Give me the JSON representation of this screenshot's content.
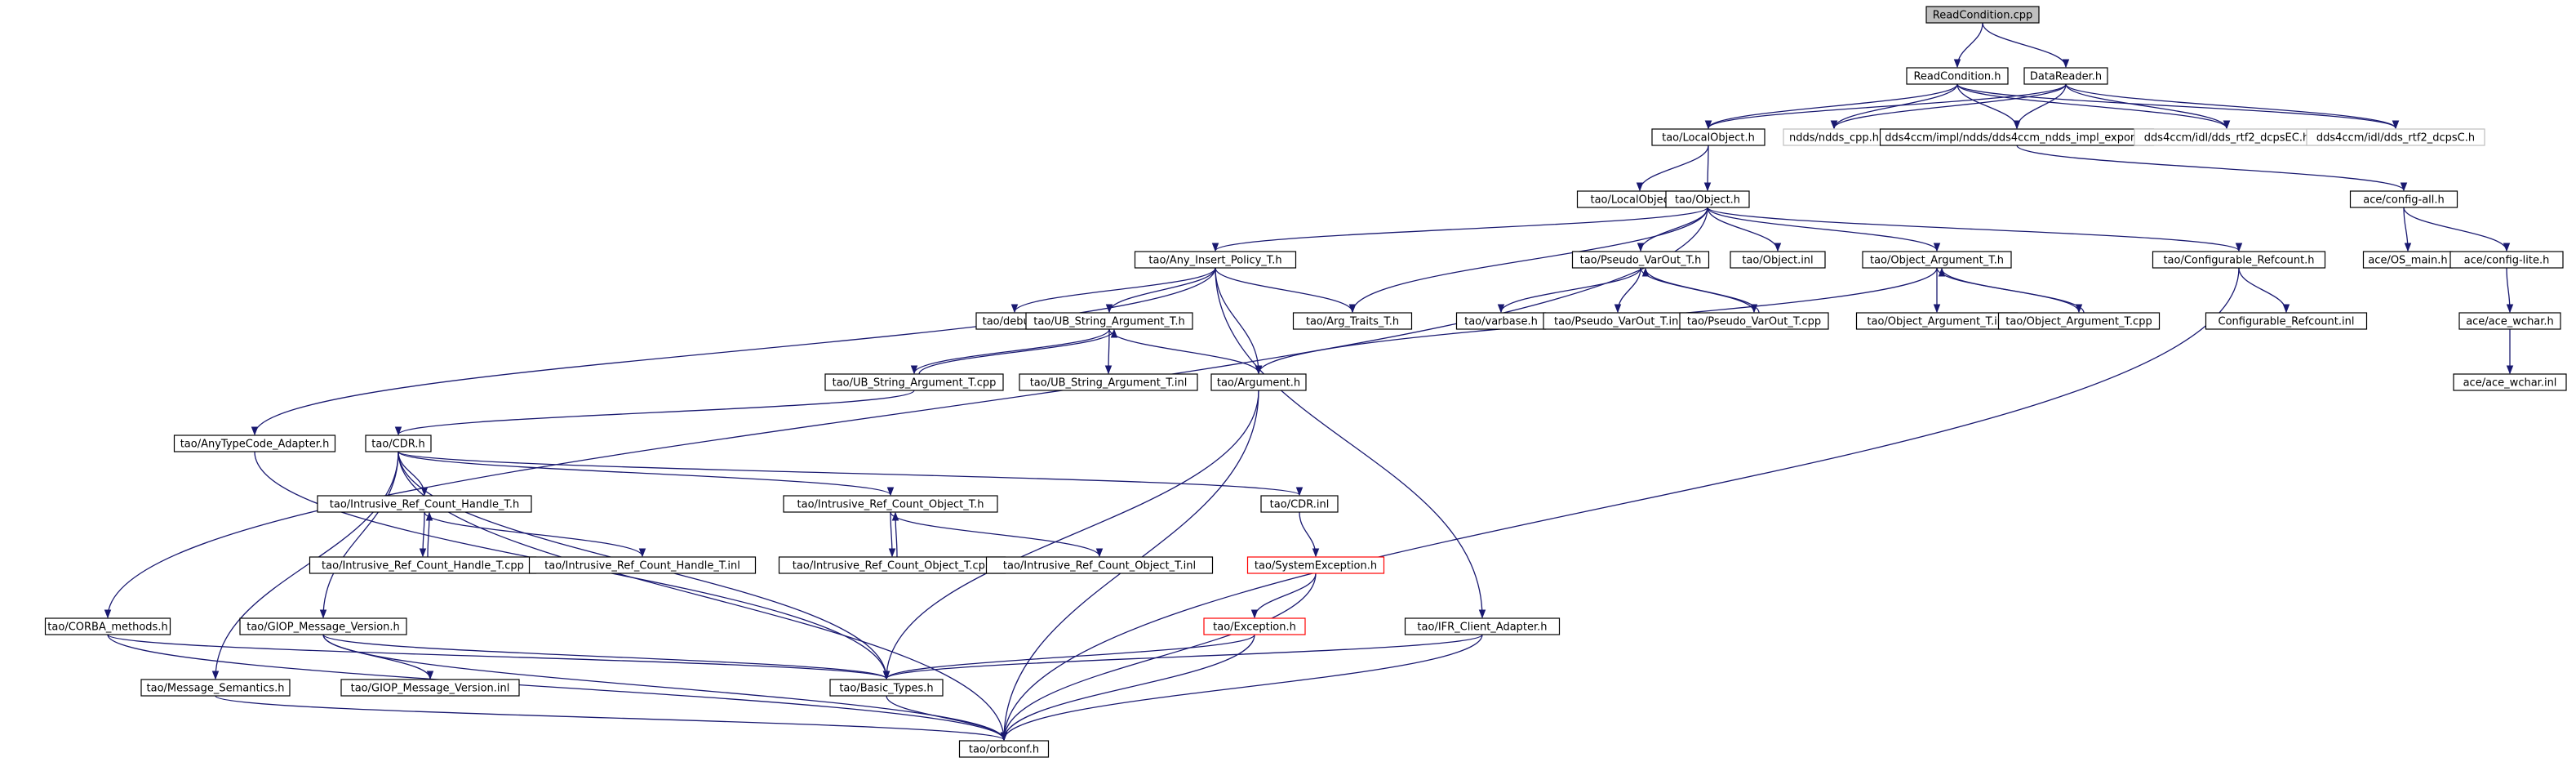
{
  "colors": {
    "edge": "#191970",
    "root_fill": "#bfbfbf",
    "missing_border": "#bfbfbf",
    "error_border": "#ff0000"
  },
  "nodes": [
    {
      "id": "readcondition_cpp",
      "label": "ReadCondition.cpp",
      "style": "root"
    },
    {
      "id": "readcondition_h",
      "label": "ReadCondition.h",
      "style": "normal"
    },
    {
      "id": "datareader_h",
      "label": "DataReader.h",
      "style": "normal"
    },
    {
      "id": "localobject_h",
      "label": "tao/LocalObject.h",
      "style": "normal"
    },
    {
      "id": "ndds_cpp_h",
      "label": "ndds/ndds_cpp.h",
      "style": "missing"
    },
    {
      "id": "dds4ccm_export_h",
      "label": "dds4ccm/impl/ndds/dds4ccm_ndds_impl_export.h",
      "style": "normal"
    },
    {
      "id": "rtf2_dcpsec_h",
      "label": "dds4ccm/idl/dds_rtf2_dcpsEC.h",
      "style": "missing"
    },
    {
      "id": "rtf2_dcpsc_h",
      "label": "dds4ccm/idl/dds_rtf2_dcpsC.h",
      "style": "missing"
    },
    {
      "id": "localobject_inl",
      "label": "tao/LocalObject.inl",
      "style": "normal"
    },
    {
      "id": "object_h",
      "label": "tao/Object.h",
      "style": "normal"
    },
    {
      "id": "config_all_h",
      "label": "ace/config-all.h",
      "style": "normal"
    },
    {
      "id": "any_insert_policy_h",
      "label": "tao/Any_Insert_Policy_T.h",
      "style": "normal"
    },
    {
      "id": "pseudo_varout_h",
      "label": "tao/Pseudo_VarOut_T.h",
      "style": "normal"
    },
    {
      "id": "object_inl",
      "label": "tao/Object.inl",
      "style": "normal"
    },
    {
      "id": "object_argument_h",
      "label": "tao/Object_Argument_T.h",
      "style": "normal"
    },
    {
      "id": "configurable_refcount_h",
      "label": "tao/Configurable_Refcount.h",
      "style": "normal"
    },
    {
      "id": "os_main_h",
      "label": "ace/OS_main.h",
      "style": "normal"
    },
    {
      "id": "config_lite_h",
      "label": "ace/config-lite.h",
      "style": "normal"
    },
    {
      "id": "debug_h",
      "label": "tao/debug.h",
      "style": "normal"
    },
    {
      "id": "ub_string_argument_h",
      "label": "tao/UB_String_Argument_T.h",
      "style": "normal"
    },
    {
      "id": "arg_traits_h",
      "label": "tao/Arg_Traits_T.h",
      "style": "normal"
    },
    {
      "id": "varbase_h",
      "label": "tao/varbase.h",
      "style": "normal"
    },
    {
      "id": "pseudo_varout_inl",
      "label": "tao/Pseudo_VarOut_T.inl",
      "style": "normal"
    },
    {
      "id": "pseudo_varout_cpp",
      "label": "tao/Pseudo_VarOut_T.cpp",
      "style": "normal"
    },
    {
      "id": "object_argument_inl",
      "label": "tao/Object_Argument_T.inl",
      "style": "normal"
    },
    {
      "id": "object_argument_cpp",
      "label": "tao/Object_Argument_T.cpp",
      "style": "normal"
    },
    {
      "id": "configurable_refcount_inl",
      "label": "Configurable_Refcount.inl",
      "style": "normal"
    },
    {
      "id": "ace_wchar_h",
      "label": "ace/ace_wchar.h",
      "style": "normal"
    },
    {
      "id": "ub_string_argument_cpp",
      "label": "tao/UB_String_Argument_T.cpp",
      "style": "normal"
    },
    {
      "id": "ub_string_argument_inl",
      "label": "tao/UB_String_Argument_T.inl",
      "style": "normal"
    },
    {
      "id": "argument_h",
      "label": "tao/Argument.h",
      "style": "normal"
    },
    {
      "id": "ace_wchar_inl",
      "label": "ace/ace_wchar.inl",
      "style": "normal"
    },
    {
      "id": "anytypecode_adapter_h",
      "label": "tao/AnyTypeCode_Adapter.h",
      "style": "normal"
    },
    {
      "id": "cdr_h",
      "label": "tao/CDR.h",
      "style": "normal"
    },
    {
      "id": "irc_handle_h",
      "label": "tao/Intrusive_Ref_Count_Handle_T.h",
      "style": "normal"
    },
    {
      "id": "irc_object_h",
      "label": "tao/Intrusive_Ref_Count_Object_T.h",
      "style": "normal"
    },
    {
      "id": "cdr_inl",
      "label": "tao/CDR.inl",
      "style": "normal"
    },
    {
      "id": "irc_handle_cpp",
      "label": "tao/Intrusive_Ref_Count_Handle_T.cpp",
      "style": "normal"
    },
    {
      "id": "irc_handle_inl",
      "label": "tao/Intrusive_Ref_Count_Handle_T.inl",
      "style": "normal"
    },
    {
      "id": "irc_object_cpp",
      "label": "tao/Intrusive_Ref_Count_Object_T.cpp",
      "style": "normal"
    },
    {
      "id": "irc_object_inl",
      "label": "tao/Intrusive_Ref_Count_Object_T.inl",
      "style": "normal"
    },
    {
      "id": "systemexception_h",
      "label": "tao/SystemException.h",
      "style": "error"
    },
    {
      "id": "corba_methods_h",
      "label": "tao/CORBA_methods.h",
      "style": "normal"
    },
    {
      "id": "giop_message_version_h",
      "label": "tao/GIOP_Message_Version.h",
      "style": "normal"
    },
    {
      "id": "exception_h",
      "label": "tao/Exception.h",
      "style": "error"
    },
    {
      "id": "ifr_client_adapter_h",
      "label": "tao/IFR_Client_Adapter.h",
      "style": "normal"
    },
    {
      "id": "message_semantics_h",
      "label": "tao/Message_Semantics.h",
      "style": "normal"
    },
    {
      "id": "giop_message_version_inl",
      "label": "tao/GIOP_Message_Version.inl",
      "style": "normal"
    },
    {
      "id": "basic_types_h",
      "label": "tao/Basic_Types.h",
      "style": "normal"
    },
    {
      "id": "orbconf_h",
      "label": "tao/orbconf.h",
      "style": "normal"
    }
  ],
  "edges": [
    [
      "readcondition_cpp",
      "readcondition_h"
    ],
    [
      "readcondition_cpp",
      "datareader_h"
    ],
    [
      "readcondition_h",
      "localobject_h"
    ],
    [
      "readcondition_h",
      "ndds_cpp_h"
    ],
    [
      "readcondition_h",
      "dds4ccm_export_h"
    ],
    [
      "readcondition_h",
      "rtf2_dcpsec_h"
    ],
    [
      "readcondition_h",
      "rtf2_dcpsc_h"
    ],
    [
      "datareader_h",
      "localobject_h"
    ],
    [
      "datareader_h",
      "ndds_cpp_h"
    ],
    [
      "datareader_h",
      "dds4ccm_export_h"
    ],
    [
      "datareader_h",
      "rtf2_dcpsec_h"
    ],
    [
      "datareader_h",
      "rtf2_dcpsc_h"
    ],
    [
      "localobject_h",
      "localobject_inl"
    ],
    [
      "localobject_h",
      "object_h"
    ],
    [
      "dds4ccm_export_h",
      "config_all_h"
    ],
    [
      "object_h",
      "any_insert_policy_h"
    ],
    [
      "object_h",
      "arg_traits_h"
    ],
    [
      "object_h",
      "pseudo_varout_h"
    ],
    [
      "object_h",
      "object_inl"
    ],
    [
      "object_h",
      "object_argument_h"
    ],
    [
      "object_h",
      "configurable_refcount_h"
    ],
    [
      "object_h",
      "corba_methods_h"
    ],
    [
      "config_all_h",
      "os_main_h"
    ],
    [
      "config_all_h",
      "config_lite_h"
    ],
    [
      "config_lite_h",
      "ace_wchar_h"
    ],
    [
      "ace_wchar_h",
      "ace_wchar_inl"
    ],
    [
      "any_insert_policy_h",
      "debug_h"
    ],
    [
      "any_insert_policy_h",
      "ub_string_argument_h"
    ],
    [
      "any_insert_policy_h",
      "arg_traits_h"
    ],
    [
      "any_insert_policy_h",
      "argument_h"
    ],
    [
      "any_insert_policy_h",
      "anytypecode_adapter_h"
    ],
    [
      "any_insert_policy_h",
      "ifr_client_adapter_h"
    ],
    [
      "pseudo_varout_h",
      "varbase_h"
    ],
    [
      "pseudo_varout_h",
      "pseudo_varout_inl"
    ],
    [
      "pseudo_varout_h",
      "pseudo_varout_cpp"
    ],
    [
      "pseudo_varout_cpp",
      "pseudo_varout_h"
    ],
    [
      "object_argument_h",
      "object_argument_inl"
    ],
    [
      "object_argument_h",
      "object_argument_cpp"
    ],
    [
      "object_argument_h",
      "argument_h"
    ],
    [
      "object_argument_cpp",
      "object_argument_h"
    ],
    [
      "configurable_refcount_h",
      "configurable_refcount_inl"
    ],
    [
      "configurable_refcount_h",
      "orbconf_h"
    ],
    [
      "ub_string_argument_h",
      "ub_string_argument_cpp"
    ],
    [
      "ub_string_argument_h",
      "ub_string_argument_inl"
    ],
    [
      "ub_string_argument_h",
      "argument_h"
    ],
    [
      "ub_string_argument_cpp",
      "ub_string_argument_h"
    ],
    [
      "ub_string_argument_cpp",
      "cdr_h"
    ],
    [
      "argument_h",
      "basic_types_h"
    ],
    [
      "argument_h",
      "orbconf_h"
    ],
    [
      "anytypecode_adapter_h",
      "basic_types_h"
    ],
    [
      "cdr_h",
      "irc_handle_h"
    ],
    [
      "cdr_h",
      "irc_object_h"
    ],
    [
      "cdr_h",
      "cdr_inl"
    ],
    [
      "cdr_h",
      "giop_message_version_h"
    ],
    [
      "cdr_h",
      "message_semantics_h"
    ],
    [
      "cdr_h",
      "basic_types_h"
    ],
    [
      "cdr_h",
      "orbconf_h"
    ],
    [
      "irc_handle_h",
      "irc_handle_cpp"
    ],
    [
      "irc_handle_h",
      "irc_handle_inl"
    ],
    [
      "irc_handle_cpp",
      "irc_handle_h"
    ],
    [
      "irc_object_h",
      "irc_object_cpp"
    ],
    [
      "irc_object_h",
      "irc_object_inl"
    ],
    [
      "irc_object_cpp",
      "irc_object_h"
    ],
    [
      "cdr_inl",
      "systemexception_h"
    ],
    [
      "systemexception_h",
      "exception_h"
    ],
    [
      "systemexception_h",
      "orbconf_h"
    ],
    [
      "exception_h",
      "basic_types_h"
    ],
    [
      "exception_h",
      "orbconf_h"
    ],
    [
      "ifr_client_adapter_h",
      "basic_types_h"
    ],
    [
      "ifr_client_adapter_h",
      "orbconf_h"
    ],
    [
      "corba_methods_h",
      "basic_types_h"
    ],
    [
      "corba_methods_h",
      "orbconf_h"
    ],
    [
      "giop_message_version_h",
      "giop_message_version_inl"
    ],
    [
      "giop_message_version_h",
      "basic_types_h"
    ],
    [
      "giop_message_version_h",
      "orbconf_h"
    ],
    [
      "message_semantics_h",
      "orbconf_h"
    ],
    [
      "basic_types_h",
      "orbconf_h"
    ]
  ]
}
